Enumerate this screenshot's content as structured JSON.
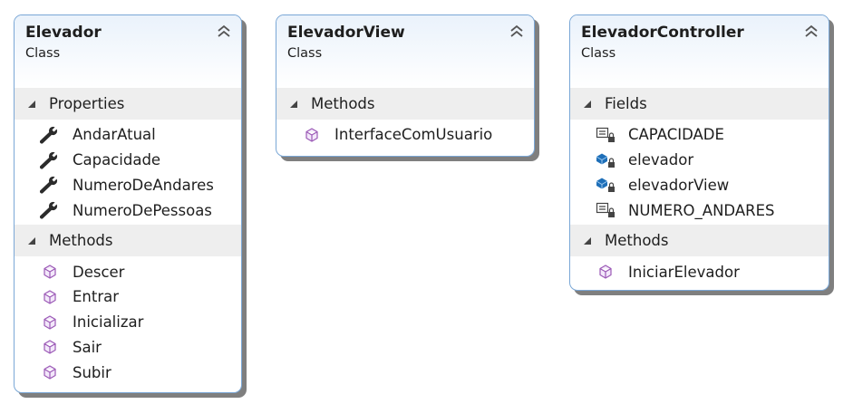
{
  "classes": [
    {
      "name": "Elevador",
      "kind": "Class",
      "sections": [
        {
          "label": "Properties",
          "members": [
            {
              "name": "AndarAtual",
              "icon": "wrench-icon"
            },
            {
              "name": "Capacidade",
              "icon": "wrench-icon"
            },
            {
              "name": "NumeroDeAndares",
              "icon": "wrench-icon"
            },
            {
              "name": "NumeroDePessoas",
              "icon": "wrench-icon"
            }
          ]
        },
        {
          "label": "Methods",
          "members": [
            {
              "name": "Descer",
              "icon": "method-cube-icon"
            },
            {
              "name": "Entrar",
              "icon": "method-cube-icon"
            },
            {
              "name": "Inicializar",
              "icon": "method-cube-icon"
            },
            {
              "name": "Sair",
              "icon": "method-cube-icon"
            },
            {
              "name": "Subir",
              "icon": "method-cube-icon"
            }
          ]
        }
      ]
    },
    {
      "name": "ElevadorView",
      "kind": "Class",
      "sections": [
        {
          "label": "Methods",
          "members": [
            {
              "name": "InterfaceComUsuario",
              "icon": "method-cube-icon"
            }
          ]
        }
      ]
    },
    {
      "name": "ElevadorController",
      "kind": "Class",
      "sections": [
        {
          "label": "Fields",
          "members": [
            {
              "name": "CAPACIDADE",
              "icon": "private-constant-icon"
            },
            {
              "name": "elevador",
              "icon": "private-field-icon"
            },
            {
              "name": "elevadorView",
              "icon": "private-field-icon"
            },
            {
              "name": "NUMERO_ANDARES",
              "icon": "private-constant-icon"
            }
          ]
        },
        {
          "label": "Methods",
          "members": [
            {
              "name": "IniciarElevador",
              "icon": "method-cube-icon"
            }
          ]
        }
      ]
    }
  ],
  "colors": {
    "border": "#7aa7d6",
    "section_bg": "#eeeeee",
    "method_icon": "#9b59b6",
    "field_icon": "#1e6fb8"
  }
}
